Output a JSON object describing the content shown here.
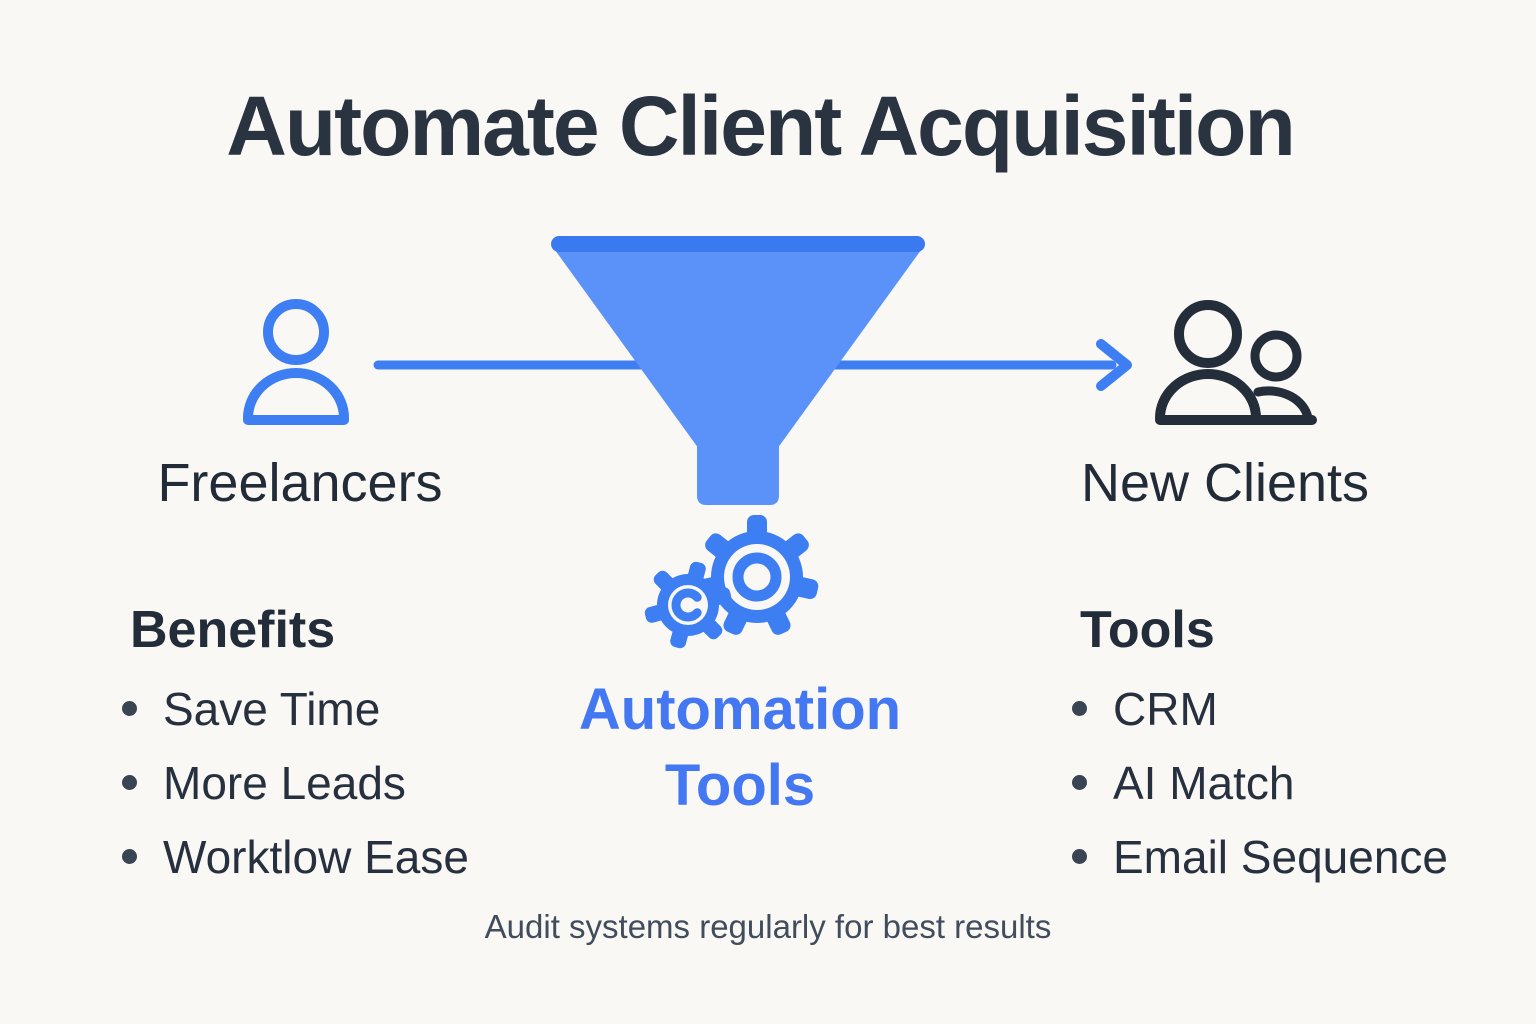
{
  "title": "Automate Client Acquisition",
  "flow": {
    "source": {
      "label": "Freelancers",
      "icon": "person-icon"
    },
    "target": {
      "label": "New Clients",
      "icon": "people-icon"
    },
    "funnel_icon": "funnel-icon",
    "arrow_icon": "arrow-right-icon",
    "process": {
      "icon": "gears-icon",
      "label_line1": "Automation",
      "label_line2": "Tools"
    }
  },
  "benefits": {
    "heading": "Benefits",
    "items": [
      "Save Time",
      "More Leads",
      "Worktlow Ease"
    ]
  },
  "tools": {
    "heading": "Tools",
    "items": [
      "CRM",
      "AI Match",
      "Email Sequence"
    ]
  },
  "footer_note": "Audit systems regularly for best results",
  "colors": {
    "background": "#FAF8F5",
    "accent_blue": "#3E7EF3",
    "funnel_fill": "#5B92FA",
    "funnel_rim": "#3A79EF",
    "blue_text": "#4478F2",
    "dark_text": "#27303E",
    "dark_icon": "#242D3A",
    "footer_text": "#414D5C"
  }
}
